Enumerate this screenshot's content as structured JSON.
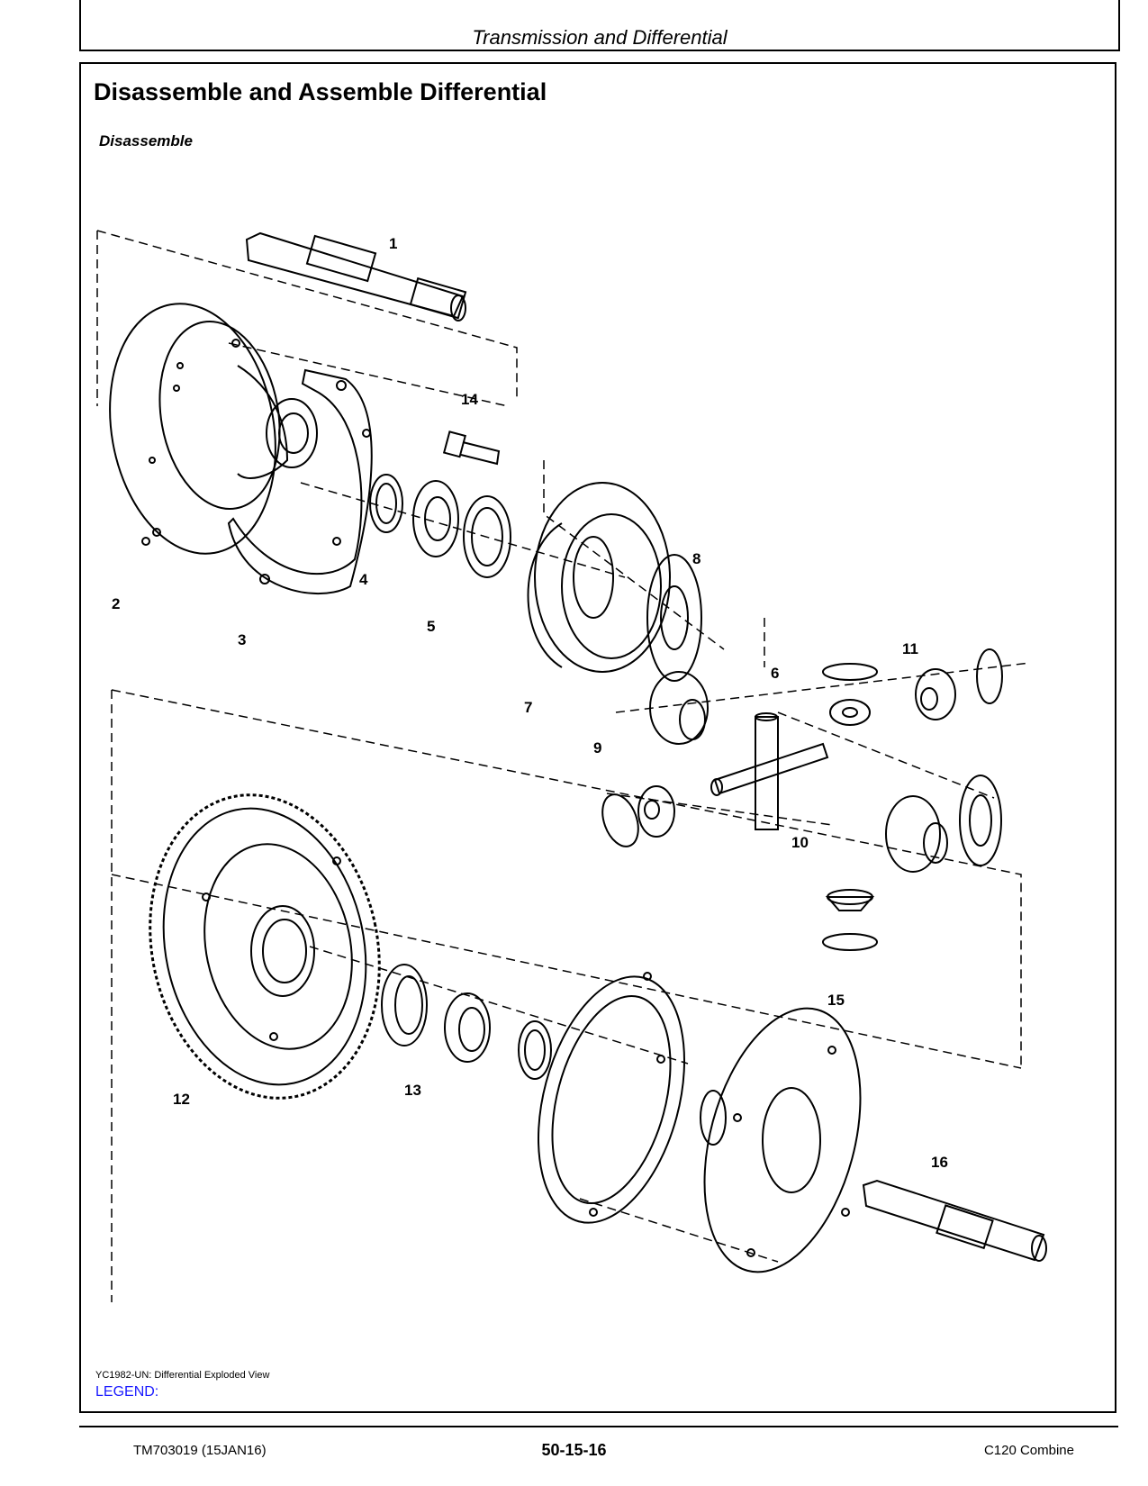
{
  "header": {
    "title": "Transmission and Differential"
  },
  "section": {
    "title": "Disassemble and Assemble Differential",
    "subtitle": "Disassemble"
  },
  "figure": {
    "callouts": [
      "1",
      "2",
      "3",
      "4",
      "5",
      "14",
      "7",
      "8",
      "6",
      "11",
      "9",
      "10",
      "12",
      "13",
      "15",
      "16"
    ],
    "caption": "YC1982-UN: Differential Exploded View",
    "legend_label": "LEGEND:"
  },
  "footer": {
    "doc_id": "TM703019 (15JAN16)",
    "page": "50-15-16",
    "model": "C120 Combine"
  },
  "colors": {
    "legend": "#1a1aff",
    "line": "#000000"
  }
}
